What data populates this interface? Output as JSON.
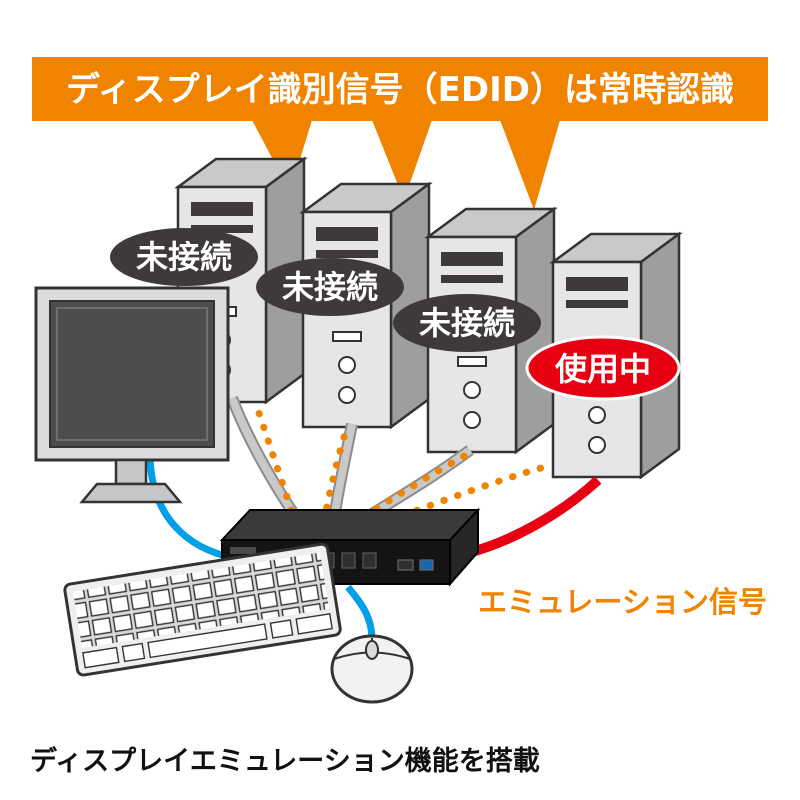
{
  "banner": {
    "text": "ディスプレイ識別信号（EDID）は常時認識",
    "bg": "#F08300",
    "fg": "#FFFFFF"
  },
  "badges": [
    {
      "label": "未接続",
      "color": "#3E3A39"
    },
    {
      "label": "未接続",
      "color": "#3E3A39"
    },
    {
      "label": "未接続",
      "color": "#3E3A39"
    },
    {
      "label": "使用中",
      "color": "#E60012"
    }
  ],
  "emulation_signal": {
    "label": "エミュレーション信号",
    "color": "#F08300"
  },
  "caption": {
    "text": "ディスプレイエミュレーション機能を搭載",
    "color": "#111111"
  },
  "colors": {
    "cable_blue": "#00A0E9",
    "cable_gray": "#C9C9C9",
    "cable_gray_edge": "#8C8C8C",
    "cable_red": "#E60012",
    "dot_orange": "#F08300"
  }
}
